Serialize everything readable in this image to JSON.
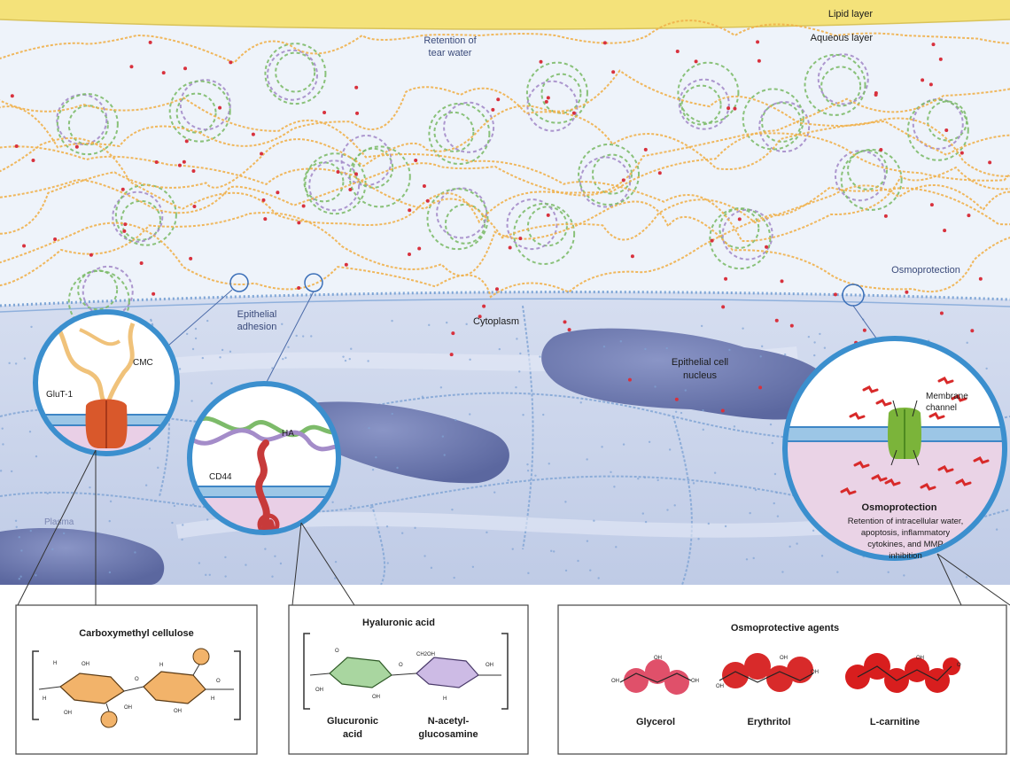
{
  "labels": {
    "lipid_layer": "Lipid layer",
    "aqueous_layer": "Aqueous layer",
    "retention_line1": "Retention of",
    "retention_line2": "tear water",
    "osmoprotection_top": "Osmoprotection",
    "epithelial_line1": "Epithelial",
    "epithelial_line2": "adhesion",
    "cytoplasm": "Cytoplasm",
    "nucleus_line1": "Epithelial cell",
    "nucleus_line2": "nucleus",
    "plasma": "Plasma"
  },
  "insets": {
    "cmc": {
      "glut1": "GluT-1",
      "cmc": "CMC"
    },
    "ha": {
      "ha": "HA",
      "cd44": "CD44"
    },
    "osmo": {
      "membrane_line1": "Membrane",
      "membrane_line2": "channel",
      "title": "Osmoprotection",
      "desc_line1": "Retention of intracellular water,",
      "desc_line2": "apoptosis, inflammatory",
      "desc_line3": "cytokines, and MMP",
      "desc_line4": "inhibition"
    }
  },
  "panels": {
    "cmc": {
      "title": "Carboxymethyl cellulose"
    },
    "ha": {
      "title": "Hyaluronic acid",
      "glucuronic_line1": "Glucuronic",
      "glucuronic_line2": "acid",
      "nacetyl_line1": "N-acetyl-",
      "nacetyl_line2": "glucosamine",
      "ch2oh": "CH2OH"
    },
    "osmo": {
      "title": "Osmoprotective agents",
      "glycerol": "Glycerol",
      "erythritol": "Erythritol",
      "lcarnitine": "L-carnitine"
    }
  },
  "atoms": {
    "h": "H",
    "oh": "OH",
    "o": "O"
  },
  "colors": {
    "lipid": "#f4e27a",
    "aqueous": "#eef3fa",
    "cell": "#c6d1ea",
    "nucleus": "#6f7bb3",
    "inset_ring": "#3b8fce",
    "mucin_strand": "#f0b04a",
    "ha_green": "#7dbb6a",
    "ha_purple": "#a48cc9",
    "transporter": "#d9582b",
    "cd44": "#c73a3a",
    "channel": "#7bb43a",
    "osmolyte": "#d82a2a",
    "dots": "#d8313d",
    "cmc_ring": "#f2b36a",
    "glucuronic_ring": "#a9d6a0",
    "nacetyl_ring": "#cdbbe5",
    "glycerol": "#e0506a",
    "erythritol": "#d82a2a",
    "lcarnitine": "#d81e1e"
  }
}
